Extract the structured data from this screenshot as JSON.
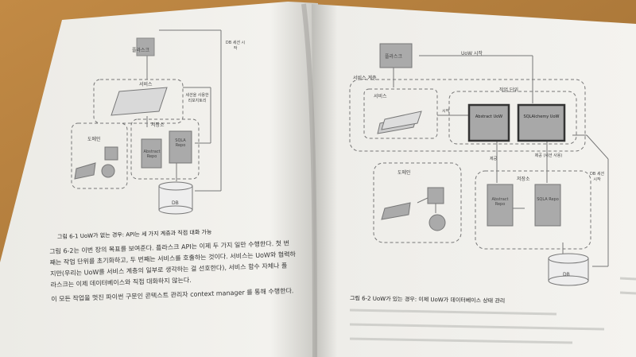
{
  "left_page": {
    "diagram": {
      "client": "플라스크",
      "service": "서비스",
      "repo": "저장소",
      "domain": "도메인",
      "abstract_repo": "Abstract Repo",
      "sqla_repo": "SQLA Repo",
      "db": "DB",
      "arrow_start": "DB 세션 시작",
      "arrow_session": "세션을 사용한 리포지토리"
    },
    "caption": "그림 6-1 UoW가 없는 경우: API는 세 가지 계층과 직접 대화 가능",
    "body": [
      "그림 6-2는 이번 장의 목표를 보여준다. 플라스크 API는 이제 두 가지 일만 수행한다. 첫 번",
      "째는 작업 단위를 초기화하고, 두 번째는 서비스를 호출하는 것이다. 서비스는 UoW와 협력하",
      "지만(우리는 UoW를 서비스 계층의 일부로 생각하는 걸 선호한다), 서비스 함수 자체나 플",
      "라스크는 이제 데이터베이스와 직접 대화하지 않는다.",
      "이 모든 작업을 멋진 파이썬 구문인 콘텍스트 관리자 context manager 를 통해 수행한다."
    ]
  },
  "right_page": {
    "diagram": {
      "client": "플라스크",
      "start_uow": "UoW 시작",
      "service_layer": "서비스 계층",
      "service": "서비스",
      "uow_label": "작업 단위",
      "abstract_uow": "Abstract UoW",
      "sqla_uow": "SQLAlchemy UoW",
      "start_arrow": "시작",
      "repo_arrow1": "제공",
      "repo_arrow2": "제공 (세션 사용)",
      "db_session": "DB 세션 시작",
      "domain": "도메인",
      "repo": "저장소",
      "abstract_repo": "Abstract Repo",
      "sqla_repo": "SQLA Repo",
      "db": "DB"
    },
    "caption": "그림 6-2 UoW가 있는 경우: 이제 UoW가 데이터베이스 상태 관리"
  }
}
